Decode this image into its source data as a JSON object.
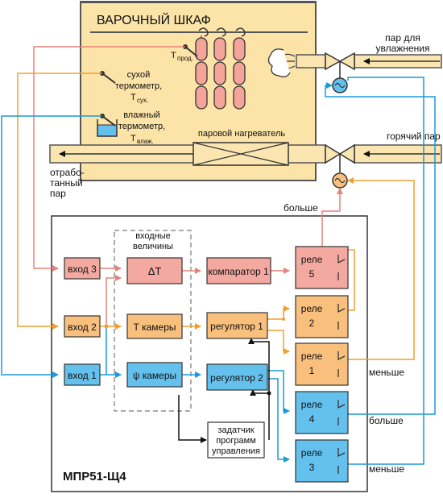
{
  "cabinet": {
    "title": "ВАРОЧНЫЙ ШКАФ",
    "product_temp_label": "Т",
    "product_temp_sub": "прод.",
    "dry_thermometer": [
      "сухой",
      "термометр,",
      "Т"
    ],
    "dry_thermometer_sub": "сух.",
    "wet_thermometer": [
      "влажный",
      "термометр,",
      "Т"
    ],
    "wet_thermometer_sub": "влаж.",
    "steam_heater": "паровой нагреватель"
  },
  "pipes": {
    "humidify_steam": [
      "пар для",
      "увлажнения"
    ],
    "hot_steam": "горячий пар",
    "exhaust_steam": [
      "отрабо-",
      "танный",
      "пар"
    ]
  },
  "controller": {
    "name": "МПР51-Щ4",
    "inputs_group_label": [
      "входные",
      "величины"
    ],
    "blocks": {
      "input3": "вход 3",
      "input2": "вход 2",
      "input1": "вход 1",
      "delta_t": "ΔT",
      "t_chamber": "Т камеры",
      "psi_chamber": "ψ камеры",
      "comparator": "компаратор 1",
      "regulator1": "регулятор 1",
      "regulator2": "регулятор 2",
      "program_setter": [
        "задатчик",
        "программ",
        "управления"
      ],
      "relay_word": "реле",
      "relay5": "5",
      "relay2": "2",
      "relay1": "1",
      "relay4": "4",
      "relay3": "3"
    }
  },
  "outputs": {
    "more_top": "больше",
    "less_hot": "меньше",
    "more_humid": "больше",
    "less_humid": "меньше"
  },
  "colors": {
    "red_line": "#e8827a",
    "red_fill": "#f4a9a0",
    "orange_line": "#f0a030",
    "orange_fill": "#f8c07c",
    "blue_line": "#1a9ad6",
    "blue_fill": "#64c0ec",
    "cabinet_fill": "#fce3a8",
    "pipe_fill": "#fbe6b2",
    "sausage_fill": "#f4a49a"
  }
}
